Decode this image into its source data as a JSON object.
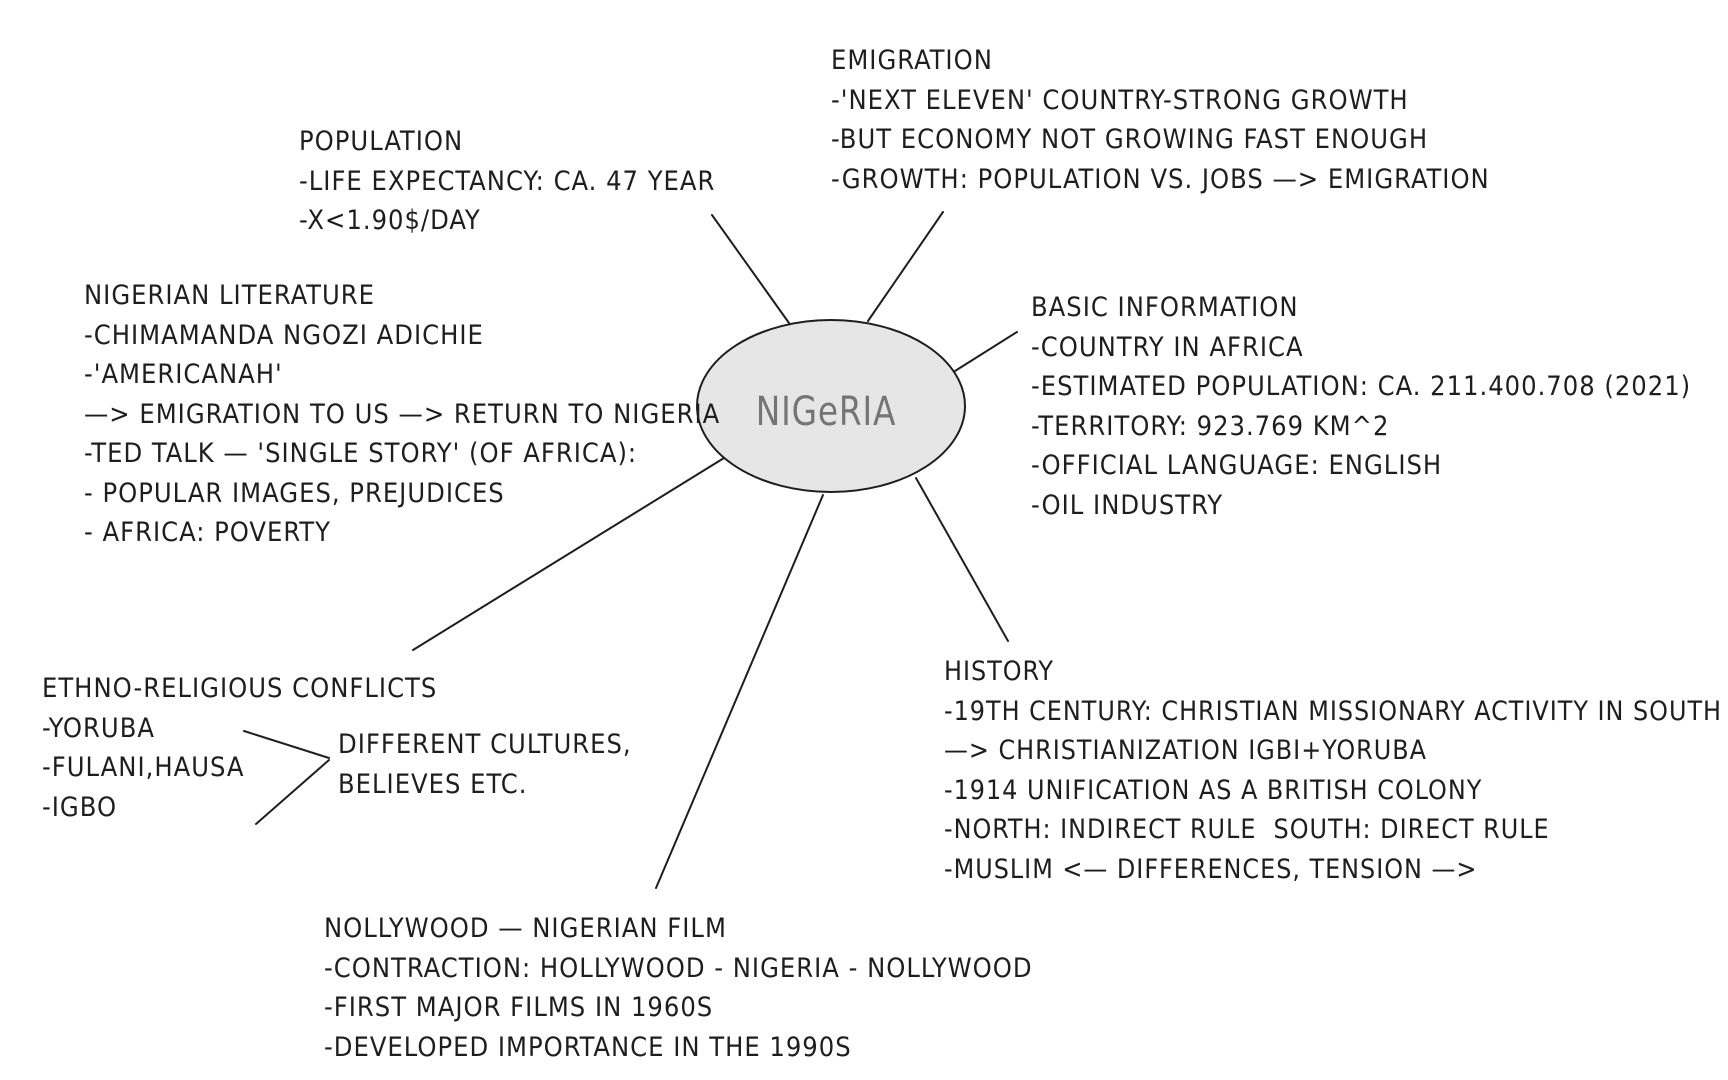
{
  "center": {
    "label": "NIGeRIA"
  },
  "emigration": {
    "title": "EMIGRATION",
    "lines": [
      "-'NEXT ELEVEN' COUNTRY-STRONG GROWTH",
      "-BUT ECONOMY NOT GROWING FAST ENOUGH",
      "-GROWTH: POPULATION VS. JOBS —> EMIGRATION"
    ]
  },
  "population": {
    "title": "POPULATION",
    "lines": [
      "-LIFE EXPECTANCY: CA. 47 YEAR",
      "-X<1.90$/DAY"
    ]
  },
  "literature": {
    "title": "NIGERIAN LITERATURE",
    "lines": [
      "-CHIMAMANDA NGOZI ADICHIE",
      "-'AMERICANAH'",
      "—> EMIGRATION TO US —> RETURN TO NIGERIA",
      "-TED TALK — 'SINGLE STORY' (OF AFRICA):",
      "- POPULAR IMAGES, PREJUDICES",
      "- AFRICA: POVERTY"
    ]
  },
  "basic": {
    "title": "BASIC INFORMATION",
    "lines": [
      "-COUNTRY IN AFRICA",
      "-ESTIMATED POPULATION: CA. 211.400.708 (2021)",
      "-TERRITORY: 923.769 KM^2",
      "-OFFICIAL LANGUAGE: ENGLISH",
      "-OIL INDUSTRY"
    ]
  },
  "ethno": {
    "title": "ETHNO-RELIGIOUS CONFLICTS",
    "lines": [
      "-YORUBA",
      "-FULANI,HAUSA",
      "-IGBO"
    ],
    "note_lines": [
      "DIFFERENT CULTURES,",
      "BELIEVES ETC."
    ]
  },
  "history": {
    "title": "HISTORY",
    "lines": [
      "-19TH CENTURY: CHRISTIAN MISSIONARY ACTIVITY IN SOUTH",
      "—> CHRISTIANIZATION IGBI+YORUBA",
      "-1914 UNIFICATION AS A BRITISH COLONY",
      "-NORTH: INDIRECT RULE  SOUTH: DIRECT RULE",
      "-MUSLIM <— DIFFERENCES, TENSION —>"
    ]
  },
  "nollywood": {
    "title": "NOLLYWOOD — NIGERIAN FILM",
    "lines": [
      "-CONTRACTION: HOLLYWOOD - NIGERIA - NOLLYWOOD",
      "-FIRST MAJOR FILMS IN 1960S",
      "-DEVELOPED IMPORTANCE IN THE 1990S"
    ]
  },
  "colors": {
    "ink": "#1e1e1e",
    "node_fill": "#e6e6e6",
    "node_text": "#757575"
  }
}
